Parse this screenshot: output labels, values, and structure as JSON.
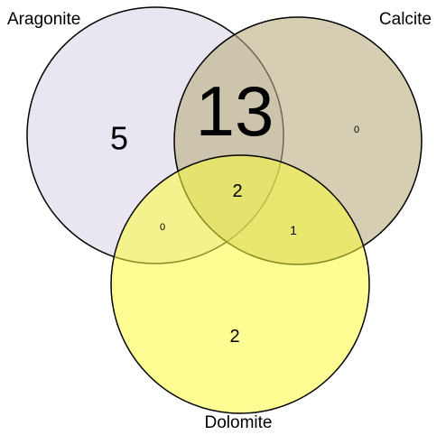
{
  "venn": {
    "sets": [
      {
        "key": "aragonite",
        "label": "Aragonite",
        "fill": "#dcd6e8",
        "fill_opacity": 0.6
      },
      {
        "key": "calcite",
        "label": "Calcite",
        "fill": "#b9ad80",
        "fill_opacity": 0.6
      },
      {
        "key": "dolomite",
        "label": "Dolomite",
        "fill": "#fbfb3a",
        "fill_opacity": 0.55
      }
    ],
    "regions": {
      "aragonite_only": "5",
      "aragonite_calcite": "13",
      "calcite_only": "0",
      "aragonite_calcite_dolomite": "2",
      "aragonite_dolomite": "0",
      "calcite_dolomite": "1",
      "dolomite_only": "2"
    },
    "stroke_color": "#000000"
  }
}
